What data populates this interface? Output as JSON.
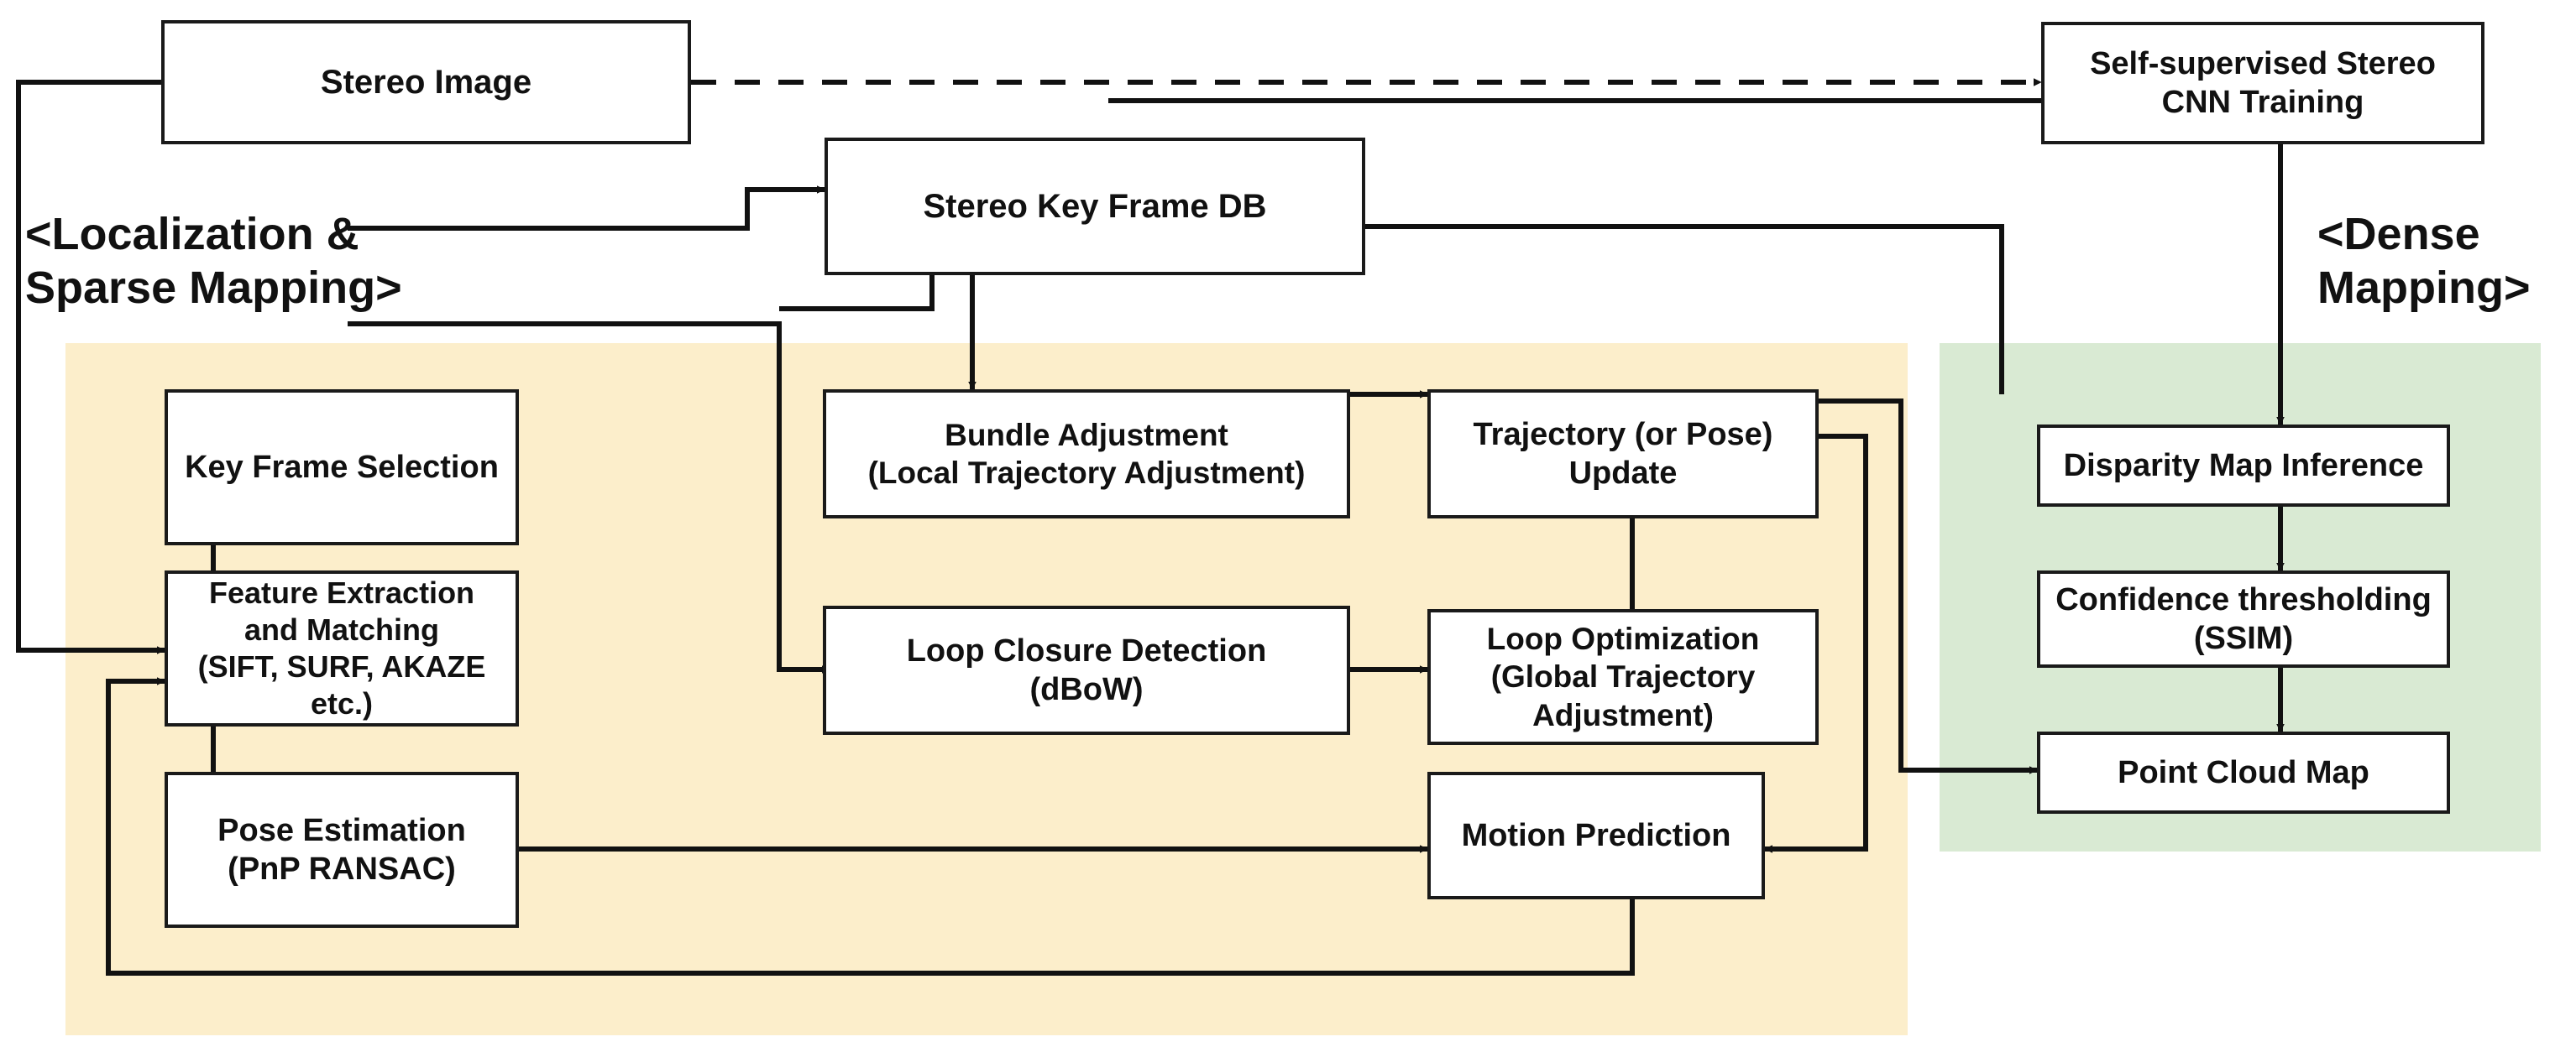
{
  "diagram": {
    "title_note": "Stereo visual SLAM pipeline with localization/sparse mapping and dense mapping branches",
    "colors": {
      "localization_region": "#fceecb",
      "dense_region": "#d9ead3",
      "node_border": "#1a1a1a",
      "node_fill": "#ffffff",
      "wire": "#111111"
    },
    "group_labels": [
      {
        "id": "localization-group-label",
        "text": "<Localization &\nSparse Mapping>"
      },
      {
        "id": "dense-group-label",
        "text": "<Dense\nMapping>"
      }
    ],
    "nodes": [
      {
        "id": "stereo-image",
        "label": "Stereo Image"
      },
      {
        "id": "self-supervised-cnn",
        "label": "Self-supervised Stereo\nCNN Training"
      },
      {
        "id": "stereo-key-frame-db",
        "label": "Stereo Key Frame DB"
      },
      {
        "id": "key-frame-selection",
        "label": "Key Frame Selection"
      },
      {
        "id": "feature-extraction",
        "label": "Feature Extraction\nand Matching\n(SIFT, SURF, AKAZE etc.)"
      },
      {
        "id": "pose-estimation",
        "label": "Pose Estimation\n(PnP RANSAC)"
      },
      {
        "id": "bundle-adjustment",
        "label": "Bundle Adjustment\n(Local Trajectory Adjustment)"
      },
      {
        "id": "loop-closure-detection",
        "label": "Loop Closure Detection\n(dBoW)"
      },
      {
        "id": "trajectory-update",
        "label": "Trajectory (or Pose)\nUpdate"
      },
      {
        "id": "loop-optimization",
        "label": "Loop Optimization\n(Global Trajectory\nAdjustment)"
      },
      {
        "id": "motion-prediction",
        "label": "Motion Prediction"
      },
      {
        "id": "disparity-map-inference",
        "label": "Disparity Map Inference"
      },
      {
        "id": "confidence-thresholding",
        "label": "Confidence thresholding\n(SSIM)"
      },
      {
        "id": "point-cloud-map",
        "label": "Point Cloud Map"
      }
    ],
    "edges": [
      {
        "from": "stereo-image",
        "to": "self-supervised-cnn",
        "style": "dashed"
      },
      {
        "from": "stereo-image",
        "to": "feature-extraction",
        "style": "solid"
      },
      {
        "from": "key-frame-selection",
        "to": "stereo-key-frame-db",
        "style": "solid"
      },
      {
        "from": "feature-extraction",
        "to": "key-frame-selection",
        "style": "solid"
      },
      {
        "from": "feature-extraction",
        "to": "pose-estimation",
        "style": "solid"
      },
      {
        "from": "feature-extraction",
        "to": "loop-closure-detection",
        "style": "solid"
      },
      {
        "from": "stereo-key-frame-db",
        "to": "bundle-adjustment",
        "style": "solid"
      },
      {
        "from": "stereo-key-frame-db",
        "to": "loop-closure-detection",
        "style": "solid"
      },
      {
        "from": "stereo-key-frame-db",
        "to": "disparity-map-inference",
        "style": "solid"
      },
      {
        "from": "self-supervised-cnn",
        "to": "disparity-map-inference",
        "style": "solid"
      },
      {
        "from": "bundle-adjustment",
        "to": "trajectory-update",
        "style": "solid"
      },
      {
        "from": "loop-closure-detection",
        "to": "loop-optimization",
        "style": "solid"
      },
      {
        "from": "loop-optimization",
        "to": "trajectory-update",
        "style": "solid"
      },
      {
        "from": "trajectory-update",
        "to": "stereo-key-frame-db",
        "style": "solid"
      },
      {
        "from": "trajectory-update",
        "to": "point-cloud-map",
        "style": "solid"
      },
      {
        "from": "trajectory-update",
        "to": "motion-prediction",
        "style": "solid"
      },
      {
        "from": "pose-estimation",
        "to": "motion-prediction",
        "style": "solid"
      },
      {
        "from": "motion-prediction",
        "to": "feature-extraction",
        "style": "solid"
      },
      {
        "from": "disparity-map-inference",
        "to": "confidence-thresholding",
        "style": "solid"
      },
      {
        "from": "confidence-thresholding",
        "to": "point-cloud-map",
        "style": "solid"
      }
    ]
  }
}
